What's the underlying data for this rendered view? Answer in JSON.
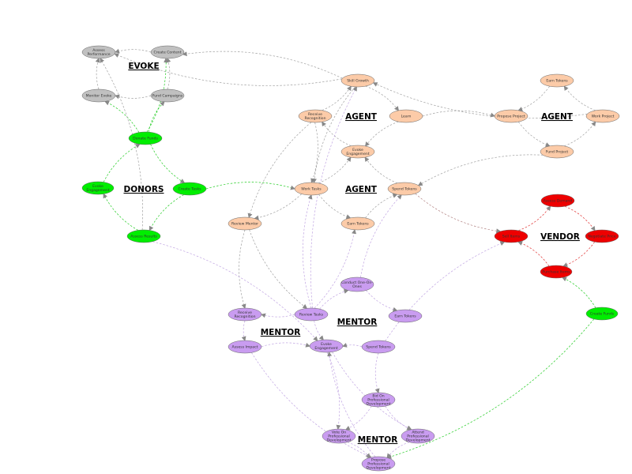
{
  "colors": {
    "grey": "#c0c0c0",
    "green": "#00ee00",
    "peach": "#fccba8",
    "purple": "#c99cf0",
    "red": "#ee0000",
    "edge_grey": "#a0a0a0",
    "edge_green": "#22cc22",
    "edge_purple": "#c0a4e2",
    "edge_red": "#e03030",
    "edge_brown": "#b08080"
  },
  "group_labels": [
    {
      "id": "evoke",
      "text": "EVOKE"
    },
    {
      "id": "donors",
      "text": "DONORS"
    },
    {
      "id": "agent1",
      "text": "AGENT"
    },
    {
      "id": "agent2",
      "text": "AGENT"
    },
    {
      "id": "agent3",
      "text": "AGENT"
    },
    {
      "id": "vendor",
      "text": "VENDOR"
    },
    {
      "id": "mentor1",
      "text": "MENTOR"
    },
    {
      "id": "mentor2",
      "text": "MENTOR"
    },
    {
      "id": "mentor3",
      "text": "MENTOR"
    }
  ],
  "nodes": [
    {
      "id": "assess-performance",
      "lines": [
        "Assess",
        "Performance"
      ],
      "color": "grey"
    },
    {
      "id": "create-content",
      "lines": [
        "Create Content"
      ],
      "color": "grey"
    },
    {
      "id": "monitor-evoke",
      "lines": [
        "Monitor Evoke"
      ],
      "color": "grey"
    },
    {
      "id": "fund-campaigns",
      "lines": [
        "Fund Campaigns"
      ],
      "color": "grey"
    },
    {
      "id": "donate-funds",
      "lines": [
        "Donate Funds"
      ],
      "color": "green"
    },
    {
      "id": "evoke-engagement-donor",
      "lines": [
        "Evoke",
        "Engagement"
      ],
      "color": "green"
    },
    {
      "id": "create-tasks",
      "lines": [
        "Create Tasks"
      ],
      "color": "green"
    },
    {
      "id": "assess-results",
      "lines": [
        "Assess Results"
      ],
      "color": "green"
    },
    {
      "id": "create-funds",
      "lines": [
        "Create Funds"
      ],
      "color": "green"
    },
    {
      "id": "skill-growth",
      "lines": [
        "Skill Growth"
      ],
      "color": "peach"
    },
    {
      "id": "receive-recognition-agent",
      "lines": [
        "Receive",
        "Recognition"
      ],
      "color": "peach"
    },
    {
      "id": "learn",
      "lines": [
        "Learn"
      ],
      "color": "peach"
    },
    {
      "id": "evoke-engagement-agent",
      "lines": [
        "Evoke",
        "Engagement"
      ],
      "color": "peach"
    },
    {
      "id": "work-tasks",
      "lines": [
        "Work Tasks"
      ],
      "color": "peach"
    },
    {
      "id": "spend-tokens-agent",
      "lines": [
        "Spend Tokens"
      ],
      "color": "peach"
    },
    {
      "id": "earn-tokens-agent",
      "lines": [
        "Earn Tokens"
      ],
      "color": "peach"
    },
    {
      "id": "review-mentor",
      "lines": [
        "Review Mentor"
      ],
      "color": "peach"
    },
    {
      "id": "earn-tokens-agent2",
      "lines": [
        "Earn Tokens"
      ],
      "color": "peach"
    },
    {
      "id": "propose-project",
      "lines": [
        "Propose Project"
      ],
      "color": "peach"
    },
    {
      "id": "work-project",
      "lines": [
        "Work Project"
      ],
      "color": "peach"
    },
    {
      "id": "fund-project",
      "lines": [
        "Fund Project"
      ],
      "color": "peach"
    },
    {
      "id": "assess-demand",
      "lines": [
        "Assess Demand"
      ],
      "color": "red"
    },
    {
      "id": "sell-items",
      "lines": [
        "Sell Items"
      ],
      "color": "red"
    },
    {
      "id": "negotiate-price",
      "lines": [
        "Negotiate Price"
      ],
      "color": "red"
    },
    {
      "id": "purchase-items",
      "lines": [
        "Purchase Items"
      ],
      "color": "red"
    },
    {
      "id": "conduct-one-on-ones",
      "lines": [
        "Conduct One-On-",
        "Ones"
      ],
      "color": "purple"
    },
    {
      "id": "receive-recognition-mentor",
      "lines": [
        "Receive",
        "Recognition"
      ],
      "color": "purple"
    },
    {
      "id": "review-tasks",
      "lines": [
        "Review Tasks"
      ],
      "color": "purple"
    },
    {
      "id": "earn-tokens-mentor",
      "lines": [
        "Earn Tokens"
      ],
      "color": "purple"
    },
    {
      "id": "assess-impact",
      "lines": [
        "Assess Impact"
      ],
      "color": "purple"
    },
    {
      "id": "evoke-engagement-mentor",
      "lines": [
        "Evoke",
        "Engagement"
      ],
      "color": "purple"
    },
    {
      "id": "spend-tokens-mentor",
      "lines": [
        "Spend Tokens"
      ],
      "color": "purple"
    },
    {
      "id": "bid-on-pd",
      "lines": [
        "Bid On",
        "Professional",
        "Development"
      ],
      "color": "purple"
    },
    {
      "id": "vote-on-pd",
      "lines": [
        "Vote On",
        "Professional",
        "Development"
      ],
      "color": "purple"
    },
    {
      "id": "attend-pd",
      "lines": [
        "Attend",
        "Professional",
        "Development"
      ],
      "color": "purple"
    },
    {
      "id": "propose-pd",
      "lines": [
        "Propose",
        "Professional",
        "Development"
      ],
      "color": "purple"
    }
  ],
  "edges": [
    {
      "from": "create-content",
      "to": "assess-performance",
      "color": "edge_grey"
    },
    {
      "from": "fund-campaigns",
      "to": "monitor-evoke",
      "color": "edge_grey"
    },
    {
      "from": "fund-campaigns",
      "to": "create-content",
      "color": "edge_grey"
    },
    {
      "from": "monitor-evoke",
      "to": "assess-performance",
      "color": "edge_grey"
    },
    {
      "from": "donate-funds",
      "to": "monitor-evoke",
      "color": "edge_green"
    },
    {
      "from": "donate-funds",
      "to": "fund-campaigns",
      "color": "edge_green"
    },
    {
      "from": "donate-funds",
      "to": "create-content",
      "color": "edge_green"
    },
    {
      "from": "evoke-engagement-donor",
      "to": "donate-funds",
      "color": "edge_green"
    },
    {
      "from": "donate-funds",
      "to": "create-tasks",
      "color": "edge_green"
    },
    {
      "from": "assess-results",
      "to": "evoke-engagement-donor",
      "color": "edge_green"
    },
    {
      "from": "create-tasks",
      "to": "assess-results",
      "color": "edge_green"
    },
    {
      "from": "create-tasks",
      "to": "work-tasks",
      "color": "edge_green"
    },
    {
      "from": "create-funds",
      "to": "purchase-items",
      "color": "edge_green"
    },
    {
      "from": "create-funds",
      "to": "propose-pd",
      "color": "edge_green"
    },
    {
      "from": "assess-results",
      "to": "assess-performance",
      "color": "edge_grey"
    },
    {
      "from": "skill-growth",
      "to": "assess-performance",
      "color": "edge_grey"
    },
    {
      "from": "skill-growth",
      "to": "create-content",
      "color": "edge_grey"
    },
    {
      "from": "skill-growth",
      "to": "learn",
      "color": "edge_grey"
    },
    {
      "from": "receive-recognition-agent",
      "to": "skill-growth",
      "color": "edge_grey"
    },
    {
      "from": "evoke-engagement-agent",
      "to": "receive-recognition-agent",
      "color": "edge_grey"
    },
    {
      "from": "learn",
      "to": "evoke-engagement-agent",
      "color": "edge_grey"
    },
    {
      "from": "learn",
      "to": "propose-project",
      "color": "edge_grey"
    },
    {
      "from": "work-tasks",
      "to": "evoke-engagement-agent",
      "color": "edge_grey"
    },
    {
      "from": "spend-tokens-agent",
      "to": "evoke-engagement-agent",
      "color": "edge_grey"
    },
    {
      "from": "work-tasks",
      "to": "earn-tokens-agent2",
      "color": "edge_grey"
    },
    {
      "from": "earn-tokens-agent2",
      "to": "spend-tokens-agent",
      "color": "edge_grey"
    },
    {
      "from": "spend-tokens-agent",
      "to": "sell-items",
      "color": "edge_brown"
    },
    {
      "from": "receive-recognition-agent",
      "to": "work-tasks",
      "color": "edge_grey"
    },
    {
      "from": "review-mentor",
      "to": "receive-recognition-mentor",
      "color": "edge_grey"
    },
    {
      "from": "work-tasks",
      "to": "review-mentor",
      "color": "edge_grey"
    },
    {
      "from": "skill-growth",
      "to": "work-tasks",
      "color": "edge_grey"
    },
    {
      "from": "earn-tokens-agent",
      "to": "propose-project",
      "color": "edge_grey"
    },
    {
      "from": "propose-project",
      "to": "fund-project",
      "color": "edge_grey"
    },
    {
      "from": "work-project",
      "to": "earn-tokens-agent",
      "color": "edge_grey"
    },
    {
      "from": "fund-project",
      "to": "work-project",
      "color": "edge_grey"
    },
    {
      "from": "work-project",
      "to": "skill-growth",
      "color": "edge_grey"
    },
    {
      "from": "fund-project",
      "to": "spend-tokens-agent",
      "color": "edge_grey"
    },
    {
      "from": "assess-demand",
      "to": "negotiate-price",
      "color": "edge_red"
    },
    {
      "from": "sell-items",
      "to": "assess-demand",
      "color": "edge_red"
    },
    {
      "from": "negotiate-price",
      "to": "purchase-items",
      "color": "edge_red"
    },
    {
      "from": "purchase-items",
      "to": "sell-items",
      "color": "edge_red"
    },
    {
      "from": "review-tasks",
      "to": "work-tasks",
      "color": "edge_purple"
    },
    {
      "from": "review-tasks",
      "to": "earn-tokens-agent2",
      "color": "edge_purple"
    },
    {
      "from": "review-tasks",
      "to": "receive-recognition-mentor",
      "color": "edge_purple"
    },
    {
      "from": "review-tasks",
      "to": "evoke-engagement-mentor",
      "color": "edge_purple"
    },
    {
      "from": "review-tasks",
      "to": "skill-growth",
      "color": "edge_purple"
    },
    {
      "from": "conduct-one-on-ones",
      "to": "earn-tokens-mentor",
      "color": "edge_purple"
    },
    {
      "from": "conduct-one-on-ones",
      "to": "spend-tokens-agent",
      "color": "edge_purple"
    },
    {
      "from": "receive-recognition-mentor",
      "to": "assess-impact",
      "color": "edge_purple"
    },
    {
      "from": "assess-impact",
      "to": "evoke-engagement-mentor",
      "color": "edge_purple"
    },
    {
      "from": "spend-tokens-mentor",
      "to": "evoke-engagement-mentor",
      "color": "edge_purple"
    },
    {
      "from": "spend-tokens-mentor",
      "to": "sell-items",
      "color": "edge_purple"
    },
    {
      "from": "spend-tokens-mentor",
      "to": "bid-on-pd",
      "color": "edge_purple"
    },
    {
      "from": "evoke-engagement-mentor",
      "to": "vote-on-pd",
      "color": "edge_purple"
    },
    {
      "from": "evoke-engagement-mentor",
      "to": "attend-pd",
      "color": "edge_purple"
    },
    {
      "from": "bid-on-pd",
      "to": "vote-on-pd",
      "color": "edge_purple"
    },
    {
      "from": "bid-on-pd",
      "to": "attend-pd",
      "color": "edge_purple"
    },
    {
      "from": "vote-on-pd",
      "to": "propose-pd",
      "color": "edge_purple"
    },
    {
      "from": "attend-pd",
      "to": "propose-pd",
      "color": "edge_purple"
    },
    {
      "from": "assess-results",
      "to": "evoke-engagement-mentor",
      "color": "edge_purple"
    },
    {
      "from": "assess-impact",
      "to": "propose-pd",
      "color": "edge_purple"
    },
    {
      "from": "propose-pd",
      "to": "evoke-engagement-mentor",
      "color": "edge_purple"
    },
    {
      "from": "review-mentor",
      "to": "review-tasks",
      "color": "edge_grey"
    },
    {
      "from": "review-tasks",
      "to": "conduct-one-on-ones",
      "color": "edge_purple"
    },
    {
      "from": "receive-recognition-agent",
      "to": "review-mentor",
      "color": "edge_grey"
    }
  ]
}
